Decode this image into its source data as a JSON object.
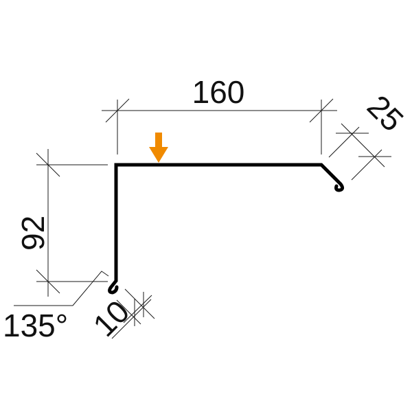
{
  "diagram": {
    "type": "sheet-metal-profile",
    "labels": {
      "top_width": "160",
      "right_hem": "25",
      "left_height": "92",
      "bottom_hem": "10",
      "angle": "135°"
    },
    "marker": {
      "icon": "arrow-down-icon",
      "color": "#F08A00"
    },
    "colors": {
      "profile": "#000000",
      "dimension_lines": "#1a1a1a",
      "background": "#ffffff"
    }
  }
}
